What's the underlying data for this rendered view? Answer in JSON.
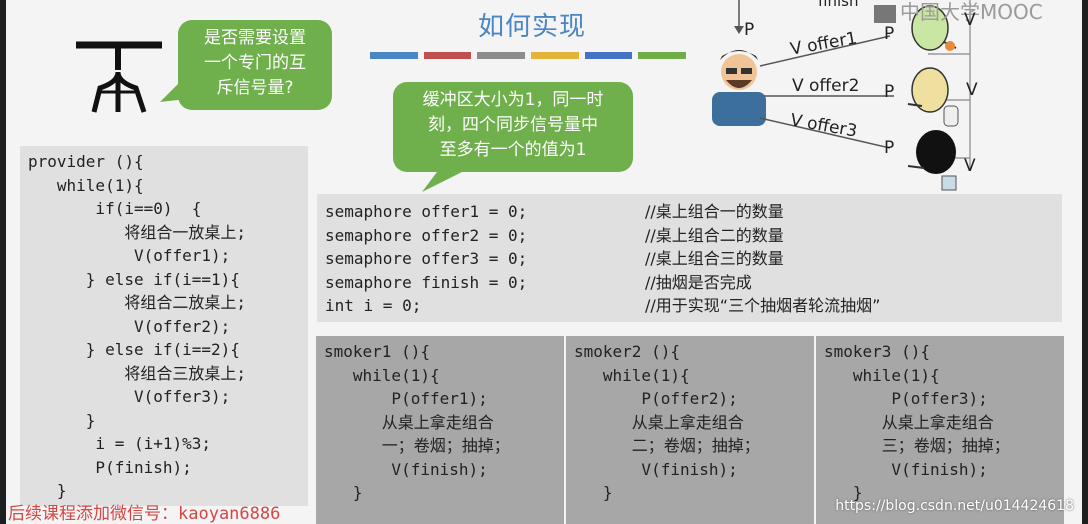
{
  "slide": {
    "title": "如何实现",
    "colorbar": [
      "#4a86c5",
      "#c0504d",
      "#8c8c8c",
      "#e2b43a",
      "#4472c4",
      "#70ad47"
    ],
    "bubble_mutex": [
      "是否需要设置",
      "一个专门的互",
      "斥信号量?"
    ],
    "bubble_buffer": [
      "缓冲区大小为1，同一时",
      "刻，四个同步信号量中",
      "至多有一个的值为1"
    ],
    "logo_text": "中国大学MOOC",
    "diagram": {
      "p_top": "P",
      "finish": "finish",
      "offer1": "V offer1",
      "offer2": "V  offer2",
      "offer3": "V  offer3",
      "p1": "P",
      "p2": "P",
      "p3": "P",
      "v1": "V",
      "v2": "V",
      "v3": "V"
    },
    "provider_code": [
      "provider (){",
      "   while(1){",
      "       if(i==0)  {",
      "          将组合一放桌上;",
      "           V(offer1);",
      "      } else if(i==1){",
      "          将组合二放桌上;",
      "           V(offer2);",
      "      } else if(i==2){",
      "          将组合三放桌上;",
      "           V(offer3);",
      "      }",
      "       i = (i+1)%3;",
      "       P(finish);",
      "   }"
    ],
    "declarations": [
      {
        "code": "semaphore offer1 = 0;",
        "comment": "//桌上组合一的数量"
      },
      {
        "code": "semaphore offer2 = 0;",
        "comment": "//桌上组合二的数量"
      },
      {
        "code": "semaphore offer3 = 0;",
        "comment": "//桌上组合三的数量"
      },
      {
        "code": "semaphore finish = 0;",
        "comment": "//抽烟是否完成"
      },
      {
        "code": "int i = 0;",
        "comment": "//用于实现“三个抽烟者轮流抽烟”"
      }
    ],
    "smoker1_code": [
      "smoker1 (){",
      "   while(1){",
      "       P(offer1);",
      "      从桌上拿走组合",
      "      一；卷烟；抽掉；",
      "       V(finish);",
      "   }"
    ],
    "smoker2_code": [
      "smoker2 (){",
      "   while(1){",
      "       P(offer2);",
      "      从桌上拿走组合",
      "      二；卷烟；抽掉；",
      "       V(finish);",
      "   }"
    ],
    "smoker3_code": [
      "smoker3 (){",
      "   while(1){",
      "       P(offer3);",
      "      从桌上拿走组合",
      "      三；卷烟；抽掉；",
      "       V(finish);",
      "   }"
    ],
    "watermark_bottom": "后续课程添加微信号：kaoyan6886",
    "watermark_url": "https://blog.csdn.net/u014424618"
  }
}
